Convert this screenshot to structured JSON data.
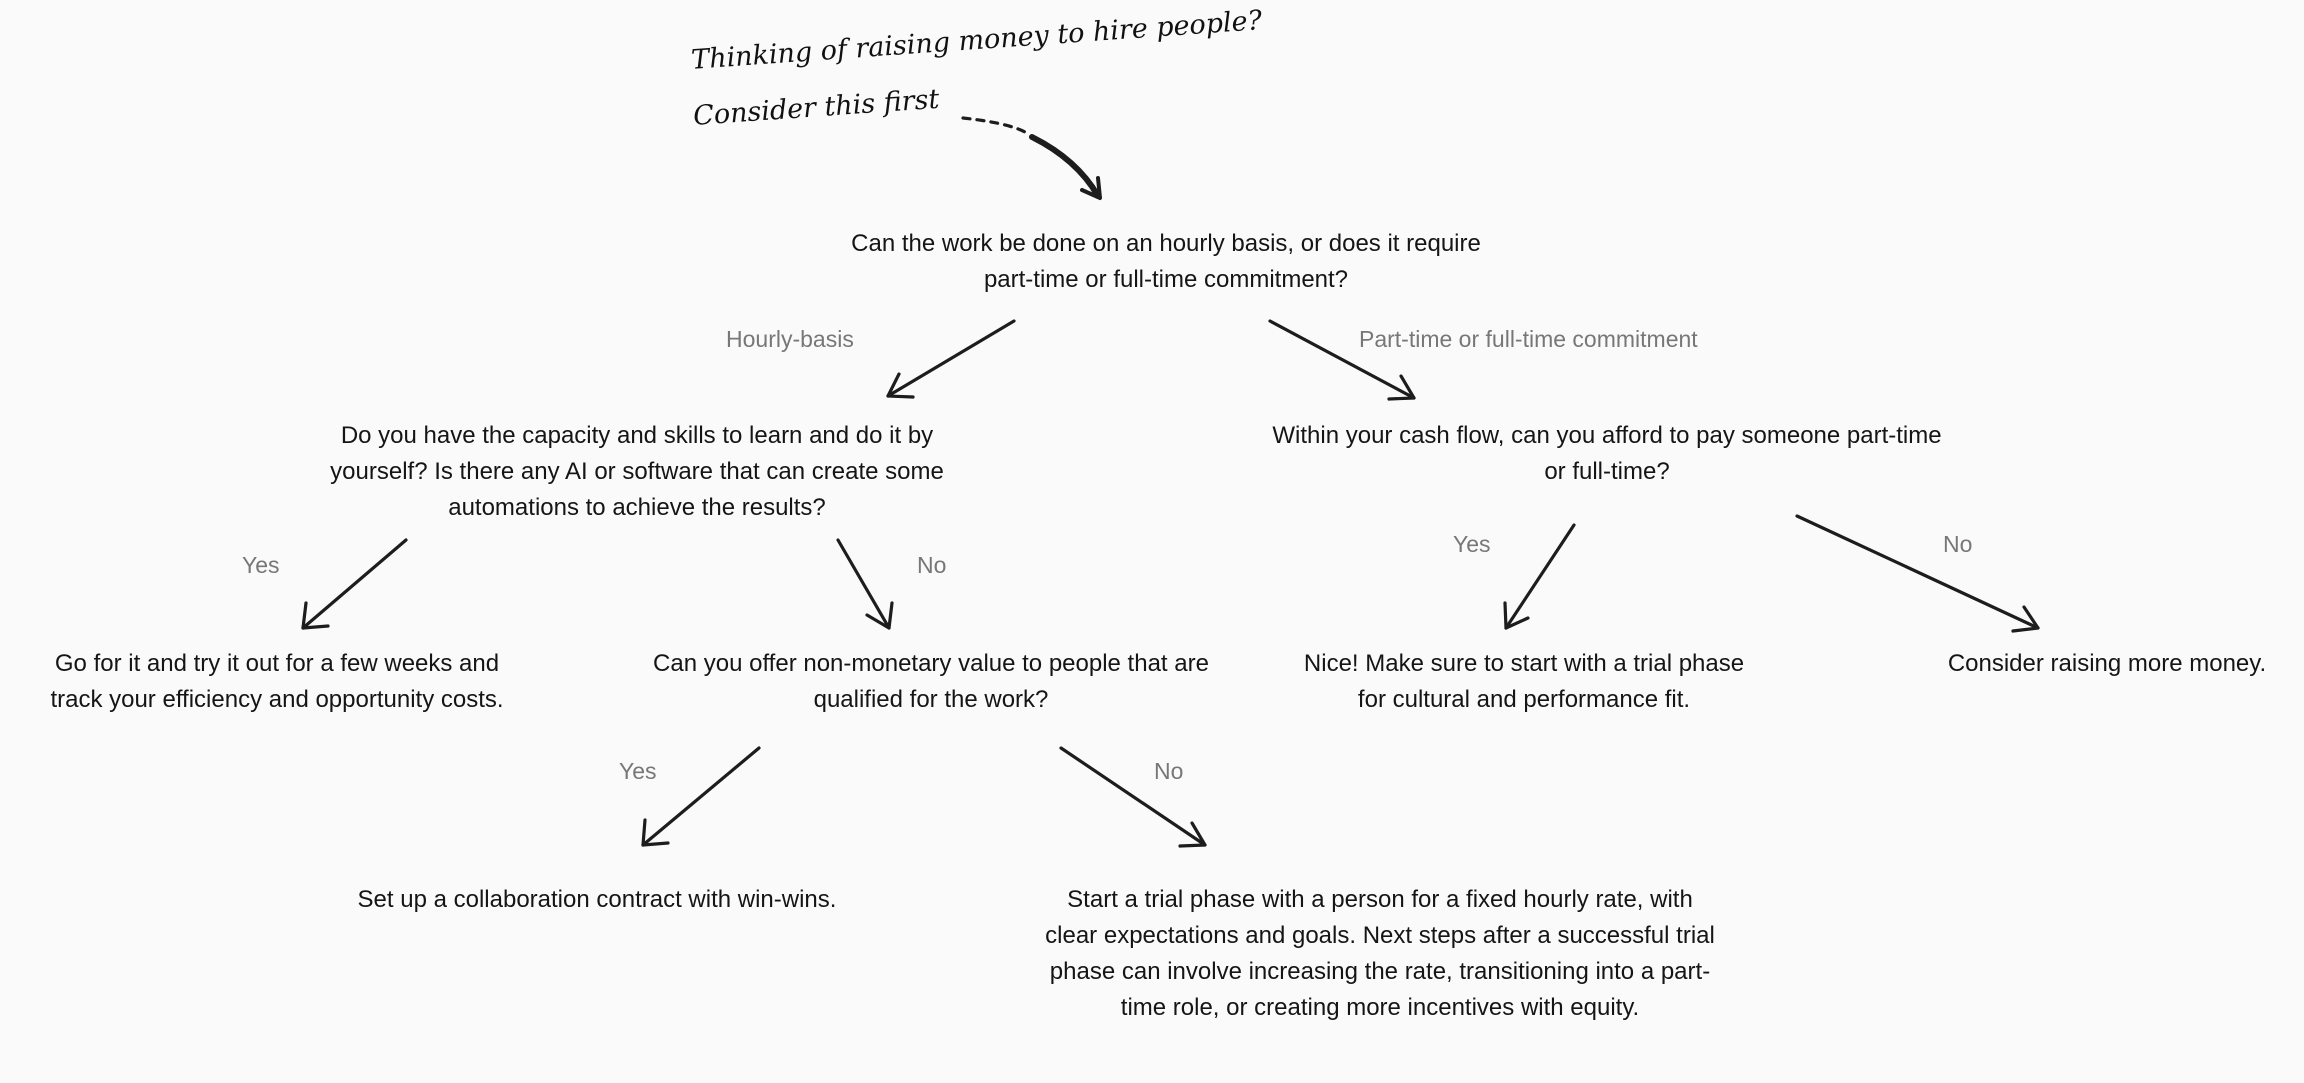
{
  "note": {
    "line1": "Thinking of raising money to hire people?",
    "line2": "Consider this first"
  },
  "nodes": {
    "q_hourly": "Can the work be done on an hourly basis, or does it require part-time or full-time commitment?",
    "q_capacity": "Do you have the capacity and skills to learn and do it by yourself? Is there any AI or software that can create some automations to achieve the results?",
    "q_cashflow": "Within your cash flow, can you afford to pay someone part-time or full-time?",
    "a_go_for_it": "Go for it and try it out for a few weeks and track your efficiency and opportunity costs.",
    "q_non_monetary": "Can you offer non-monetary value to people that are qualified for the work?",
    "a_nice_trial": "Nice! Make sure to start with a trial phase for cultural and performance fit.",
    "a_raise_money": "Consider raising more money.",
    "a_collaboration": "Set up a collaboration contract with win-wins.",
    "a_trial_phase": "Start a trial phase with a person for a fixed hourly rate, with clear expectations and goals. Next steps after a successful trial phase can involve increasing the rate, transitioning into a part-time role, or creating more incentives with equity."
  },
  "edges": {
    "hourly_basis": "Hourly-basis",
    "part_full_time": "Part-time or full-time commitment",
    "capacity_yes": "Yes",
    "capacity_no": "No",
    "cashflow_yes": "Yes",
    "cashflow_no": "No",
    "nonmonetary_yes": "Yes",
    "nonmonetary_no": "No"
  }
}
